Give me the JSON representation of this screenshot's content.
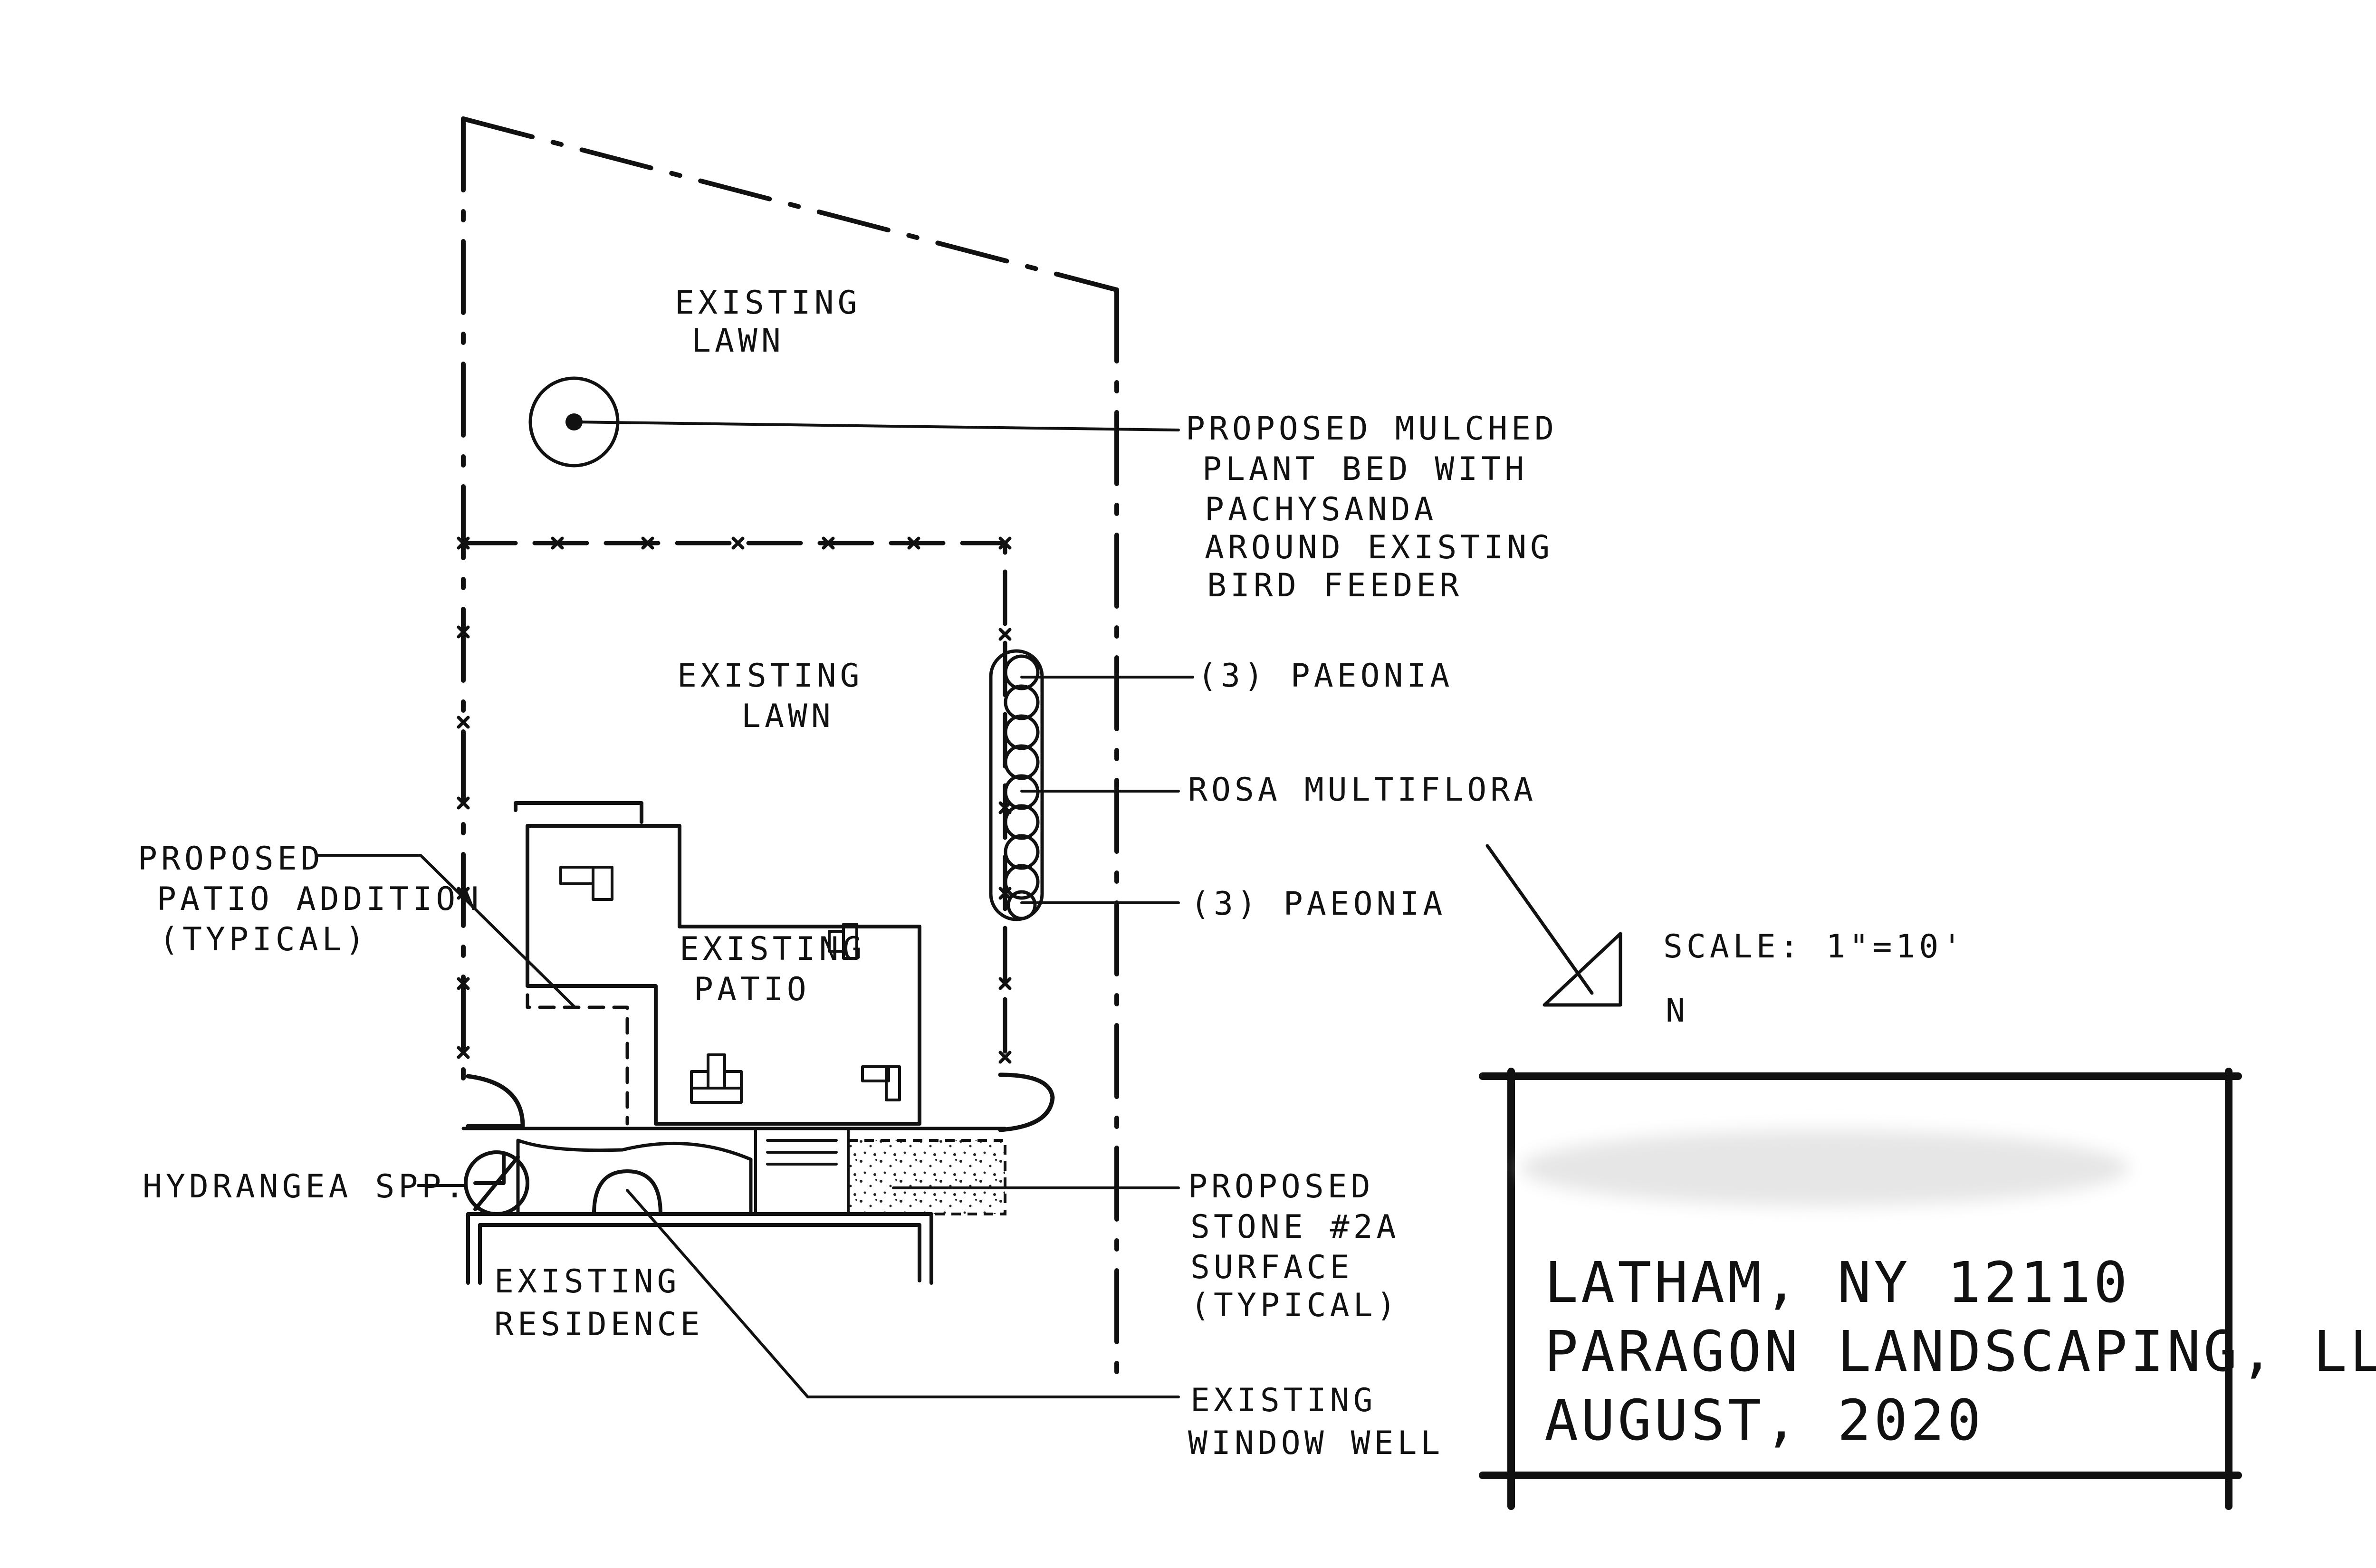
{
  "zones": {
    "lawn_upper": [
      "EXISTING",
      "LAWN"
    ],
    "lawn_lower": [
      "EXISTING",
      "LAWN"
    ],
    "patio": [
      "EXISTING",
      "PATIO"
    ],
    "residence": [
      "EXISTING",
      "RESIDENCE"
    ]
  },
  "callouts": {
    "mulched_bed": [
      "PROPOSED MULCHED",
      "PLANT BED WITH",
      "PACHYSANDA",
      "AROUND EXISTING",
      "BIRD FEEDER"
    ],
    "paeonia_top": "(3) PAEONIA",
    "rosa": "ROSA MULTIFLORA",
    "paeonia_bottom": "(3) PAEONIA",
    "patio_addition": [
      "PROPOSED",
      "PATIO ADDITION",
      "(TYPICAL)"
    ],
    "hydrangea": "HYDRANGEA SPP.",
    "stone_surface": [
      "PROPOSED",
      "STONE #2A",
      "SURFACE",
      "(TYPICAL)"
    ],
    "window_well": [
      "EXISTING",
      "WINDOW WELL"
    ]
  },
  "legend": {
    "scale": "SCALE: 1\"=10'",
    "north": "N"
  },
  "title_block": {
    "city_line": "LATHAM, NY 12110",
    "company": "PARAGON LANDSCAPING, LLC",
    "date": "AUGUST, 2020"
  },
  "colors": {
    "ink": "#111111",
    "paper": "#ffffff",
    "redaction": "#e6e6e6"
  }
}
